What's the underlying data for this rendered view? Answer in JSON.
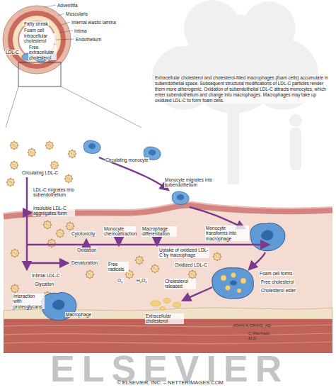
{
  "diagram": {
    "caption": "Extracellular cholesterol and cholesterol-filled macrophages (foam cells) accumulate in subendothelial space. Subsequent structural modifications of LDL-C particles render them more atherogenic. Oxidation of subendothelial LDL-C attracts monocytes, which enter subendothelium and change into macrophages. Macrophages may take up oxidized LDL-C to form foam cells.",
    "labels": [
      "Adventitia",
      "Muscularis",
      "Internal elastic lamina",
      "Intima",
      "Endothelium",
      "Fatty streak",
      "Foam cell",
      "intracellular cholesterol",
      "LDL-C",
      "Free extracellular cholesterol",
      "Circulating monocyte",
      "Circulating LDL-C",
      "Monocyte migrates into subendothelium",
      "LDL-C migrates into subendothelium",
      "Insoluble LDL-C aggregates form",
      "Cytotoxicity",
      "Monocyte chemoattraction",
      "Macrophage differentiation",
      "Oxidation",
      "Uptake of oxidized LDL-C by macrophage",
      "Monocyte transforms into macrophage",
      "Oxidized LDL-C",
      "Denaturation",
      "Free radicals",
      "O₂",
      "H₂O₂",
      "Intimal LDL-C",
      "Glycation",
      "Cholesterol released",
      "Foam cell forms",
      "Free cholesterol",
      "Cholesterol ester",
      "Interaction with proteoglycans",
      "Macrophage",
      "Extracellular cholesterol",
      "JOHN A.CRAIG_AD",
      "C.Machado M.D.",
      "ELSEVIER",
      "© ELSEVIER, INC. – NETTERIMAGES.COM"
    ]
  }
}
